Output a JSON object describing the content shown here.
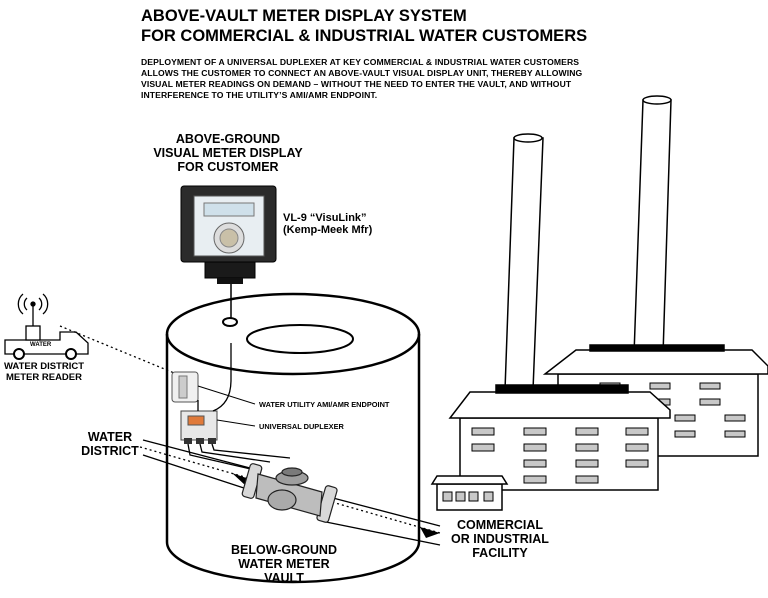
{
  "title": {
    "line1": "ABOVE-VAULT METER DISPLAY SYSTEM",
    "line2": "FOR COMMERCIAL & INDUSTRIAL WATER CUSTOMERS"
  },
  "description": [
    "DEPLOYMENT OF A UNIVERSAL DUPLEXER AT KEY COMMERCIAL & INDUSTRIAL WATER CUSTOMERS",
    "ALLOWS THE CUSTOMER TO CONNECT AN ABOVE-VAULT VISUAL DISPLAY UNIT, THEREBY ALLOWING",
    "VISUAL METER READINGS ON DEMAND – WITHOUT THE NEED TO ENTER THE VAULT, AND WITHOUT",
    "INTERFERENCE TO THE UTILITY’S AMI/AMR ENDPOINT."
  ],
  "display_label": [
    "ABOVE-GROUND",
    "VISUAL METER DISPLAY",
    "FOR CUSTOMER"
  ],
  "product_label": [
    "VL-9 “VisuLink”",
    "(Kemp-Meek Mfr)"
  ],
  "truck_label": "WATER",
  "reader_label": [
    "WATER DISTRICT",
    "METER READER"
  ],
  "endpoint_label": "WATER UTILITY AMI/AMR ENDPOINT",
  "duplexer_label": "UNIVERSAL DUPLEXER",
  "water_district_label": [
    "WATER",
    "DISTRICT"
  ],
  "vault_label": [
    "BELOW-GROUND",
    "WATER METER",
    "VAULT"
  ],
  "facility_label": [
    "COMMERCIAL",
    "OR INDUSTRIAL",
    "FACILITY"
  ],
  "colors": {
    "ink": "#000000",
    "display_body": "#2b2b2b",
    "display_screen": "#cfe0ea",
    "window": "#b0b0b0",
    "duplexer_window": "#e07a3a"
  },
  "icons": {
    "truck": "truck-icon",
    "antenna": "antenna-icon",
    "meter": "water-meter-icon",
    "factory": "factory-icon"
  }
}
